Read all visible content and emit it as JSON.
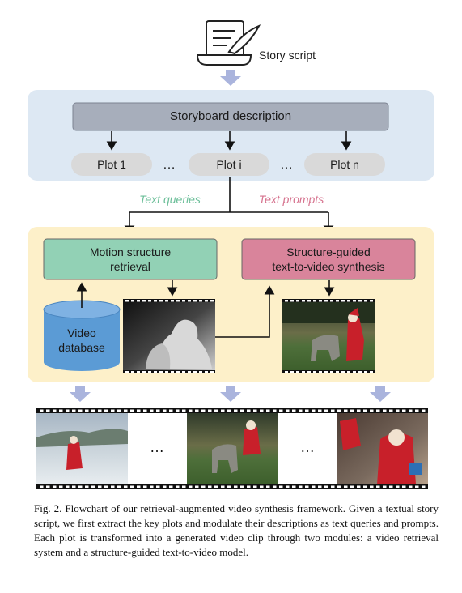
{
  "story": {
    "label": "Story script",
    "icon": "script-quill-icon"
  },
  "storyboard": {
    "title": "Storyboard description"
  },
  "plots": [
    {
      "label": "Plot 1"
    },
    {
      "label": "Plot i"
    },
    {
      "label": "Plot n"
    }
  ],
  "ellipsis": "…",
  "branches": {
    "left": "Text queries",
    "right": "Text prompts"
  },
  "modules": {
    "retrieval": "Motion structure\nretrieval",
    "synthesis": "Structure-guided\ntext-to-video synthesis",
    "database": "Video\ndatabase"
  },
  "caption": {
    "lead": "Fig. 2.",
    "text": "Flowchart of our retrieval-augmented video synthesis framework. Given a textual story script, we first extract the key plots and modulate their descriptions as text queries and prompts. Each plot is transformed into a generated video clip through two modules: a video retrieval system and a structure-guided text-to-video model."
  },
  "colors": {
    "top_panel": "#dde8f3",
    "bottom_panel": "#fdf0c9",
    "storyboard_box": "#a7aebb",
    "plot_box": "#d9d9d9",
    "retrieval_box": "#92d1b5",
    "synthesis_box": "#d9849b",
    "database": "#5b9bd5",
    "arrow_fill": "#aab4dd",
    "text_queries": "#6dbf9a",
    "text_prompts": "#d6728e"
  }
}
